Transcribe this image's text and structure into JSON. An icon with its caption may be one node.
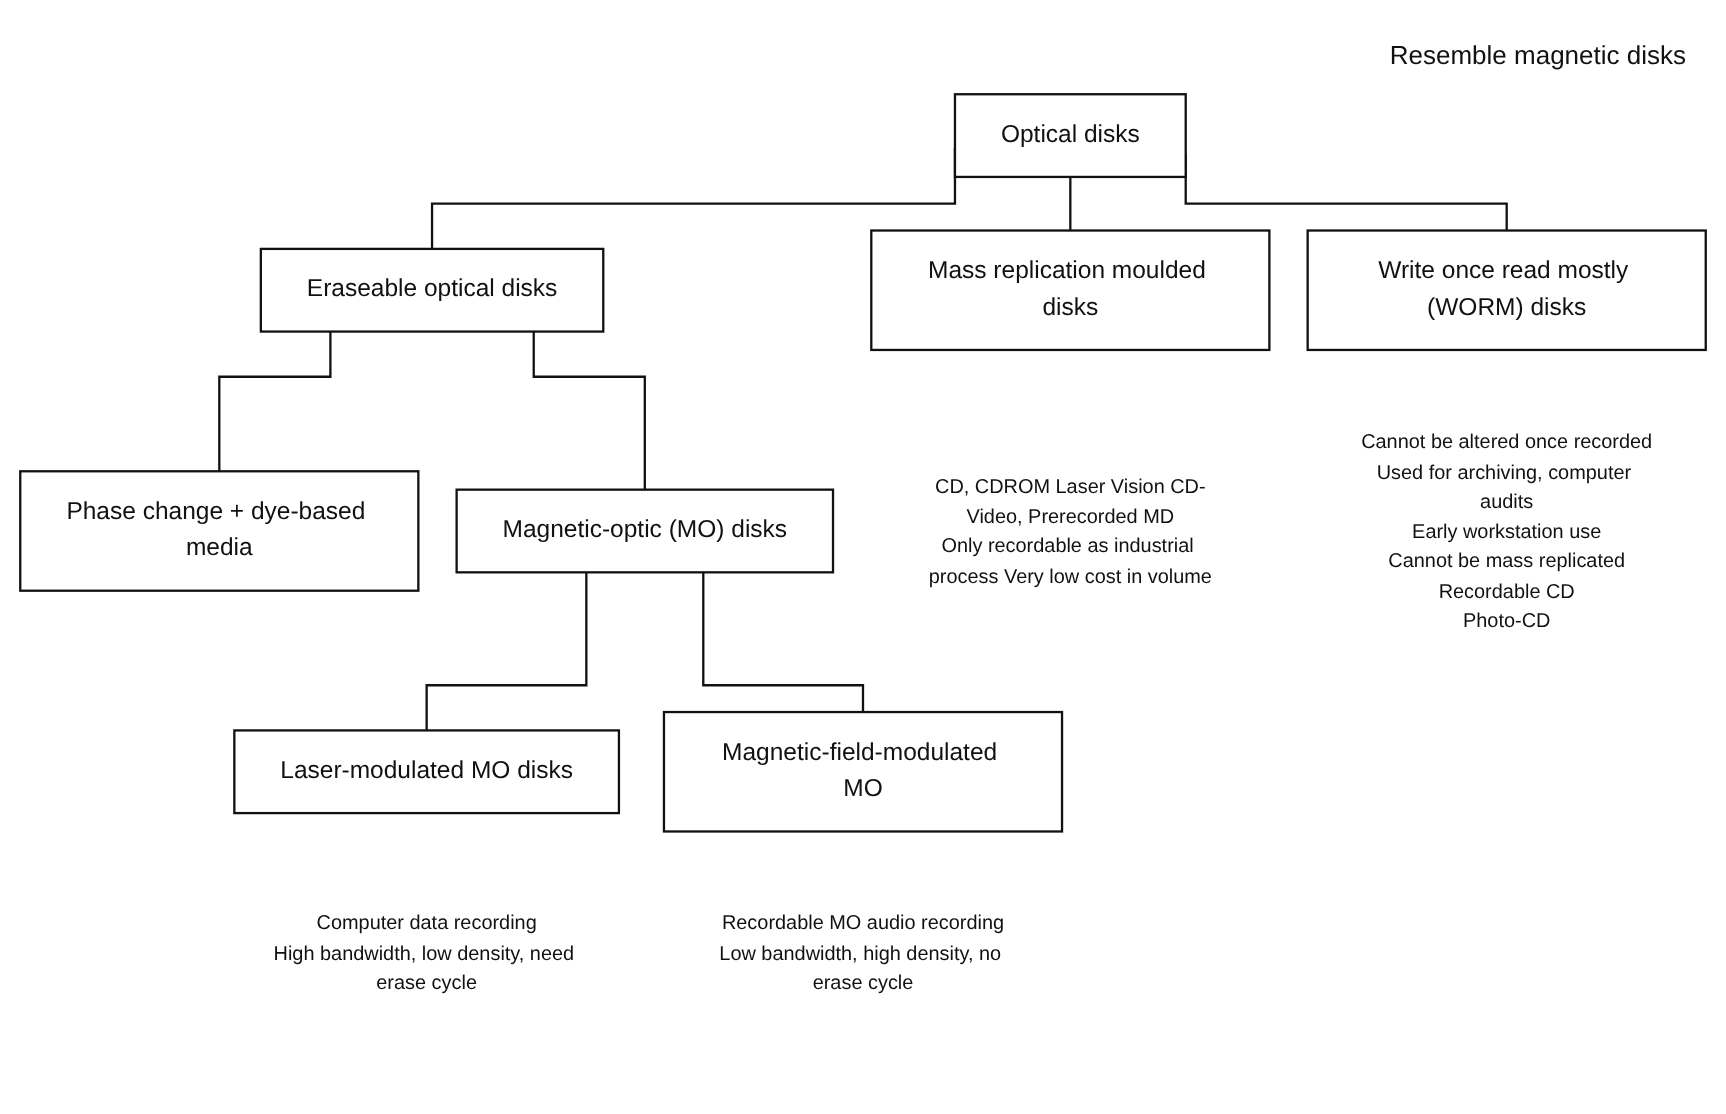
{
  "diagram": {
    "nodes": [
      {
        "text": [
          "Optical disks"
        ]
      },
      {
        "text": [
          "Mass replication moulded disks"
        ],
        "beside": [
          "CD, CDROM Laser Vision CD-Video, Prerecorded MD",
          "Only recordable as industrial process Very low cost in volume"
        ]
      },
      {
        "text": [
          "Write once read mostly (WORM) disks"
        ],
        "beside": [
          "Cannot be altered once recorded",
          "Used for archiving, computer audits",
          "Early workstation use",
          "Cannot be mass replicated",
          "Recordable CD",
          "Photo-CD"
        ]
      },
      {
        "text": [
          "Eraseable optical disks"
        ]
      },
      {
        "text": [
          "Phase change + dye-based media"
        ]
      },
      {
        "text": [
          "Magnetic-optic (MO) disks"
        ]
      },
      {
        "text": [
          "Laser-modulated MO disks"
        ],
        "beside": [
          "Computer data recording",
          "High bandwidth, low density, need erase cycle"
        ]
      },
      {
        "text": [
          "Magnetic-field-modulated MO"
        ],
        "beside": [
          "Recordable MO audio recording",
          "Low bandwidth, high density, no erase cycle"
        ]
      }
    ],
    "edges": [
      {
        "from": 0,
        "to": 1,
        "arrow": "none"
      },
      {
        "from": 0,
        "to": 2,
        "arrow": "none"
      },
      {
        "from": 0,
        "to": 3,
        "arrow": "none"
      },
      {
        "from": 3,
        "to": 4,
        "arrow": "none"
      },
      {
        "from": 3,
        "to": 5,
        "arrow": "none"
      },
      {
        "from": 5,
        "to": 6,
        "arrow": "none"
      },
      {
        "from": 5,
        "to": 7,
        "arrow": "none"
      }
    ],
    "labels": [
      "Resemble magnetic disks"
    ]
  }
}
